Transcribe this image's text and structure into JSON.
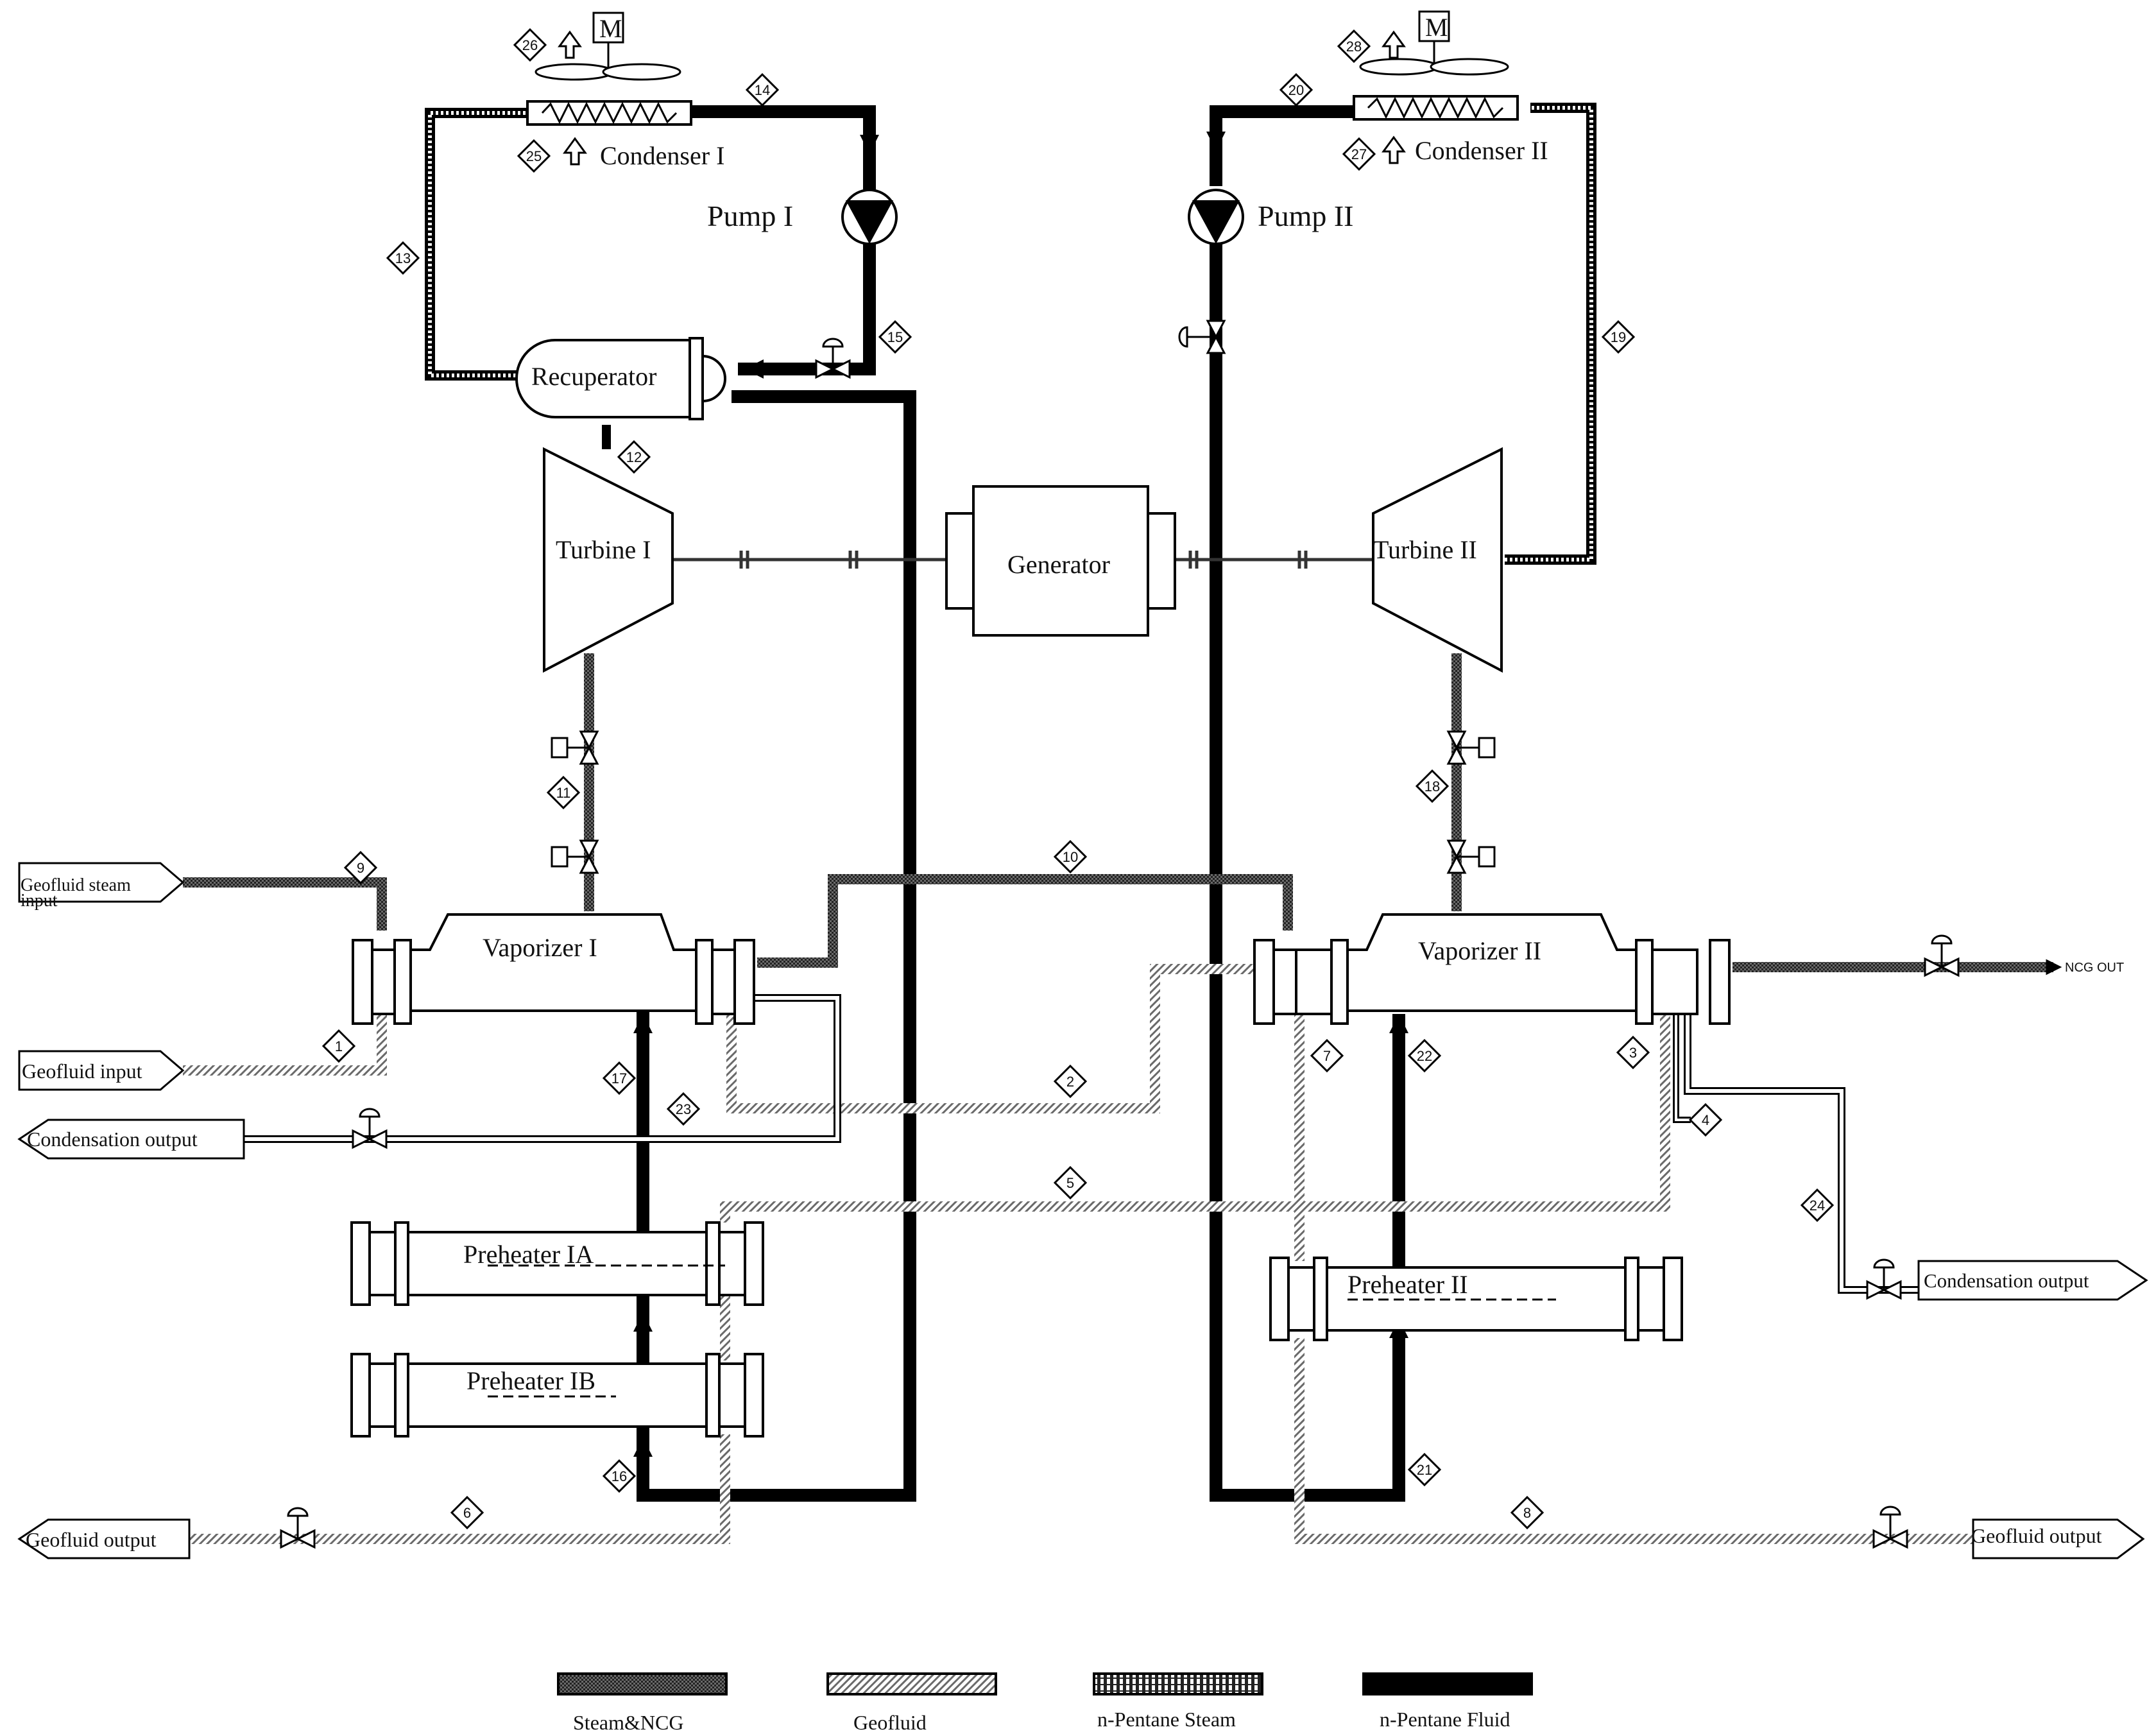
{
  "equipment": {
    "condenser_1": "Condenser I",
    "condenser_2": "Condenser II",
    "pump_1": "Pump I",
    "pump_2": "Pump II",
    "recuperator": "Recuperator",
    "turbine_1": "Turbine I",
    "turbine_2": "Turbine II",
    "generator": "Generator",
    "vaporizer_1": "Vaporizer I",
    "vaporizer_2": "Vaporizer II",
    "preheater_1a": "Preheater IA",
    "preheater_1b": "Preheater IB",
    "preheater_2": "Preheater II",
    "motor_symbol": "M"
  },
  "terminals": {
    "geofluid_steam_input_line1": "Geofluid steam",
    "geofluid_steam_input_line2": "input",
    "geofluid_input": "Geofluid input",
    "condensation_output_left": "Condensation output",
    "condensation_output_right": "Condensation output",
    "geofluid_output_left": "Geofluid output",
    "geofluid_output_right": "Geofluid output",
    "ncg_out": "NCG OUT"
  },
  "streams": [
    "1",
    "2",
    "3",
    "4",
    "5",
    "6",
    "7",
    "8",
    "9",
    "10",
    "11",
    "12",
    "13",
    "14",
    "15",
    "16",
    "17",
    "18",
    "19",
    "20",
    "21",
    "22",
    "23",
    "24",
    "25",
    "26",
    "27",
    "28"
  ],
  "legend": {
    "steam_ncg": "Steam&NCG",
    "geofluid": "Geofluid",
    "pentane_steam": "n-Pentane Steam",
    "pentane_fluid": "n-Pentane Fluid"
  },
  "colors": {
    "line": "#111111",
    "pentane_fluid": "#000000",
    "geofluid_hatch": "#666666",
    "steam_ncg_fill": "#555555",
    "background": "#ffffff"
  }
}
